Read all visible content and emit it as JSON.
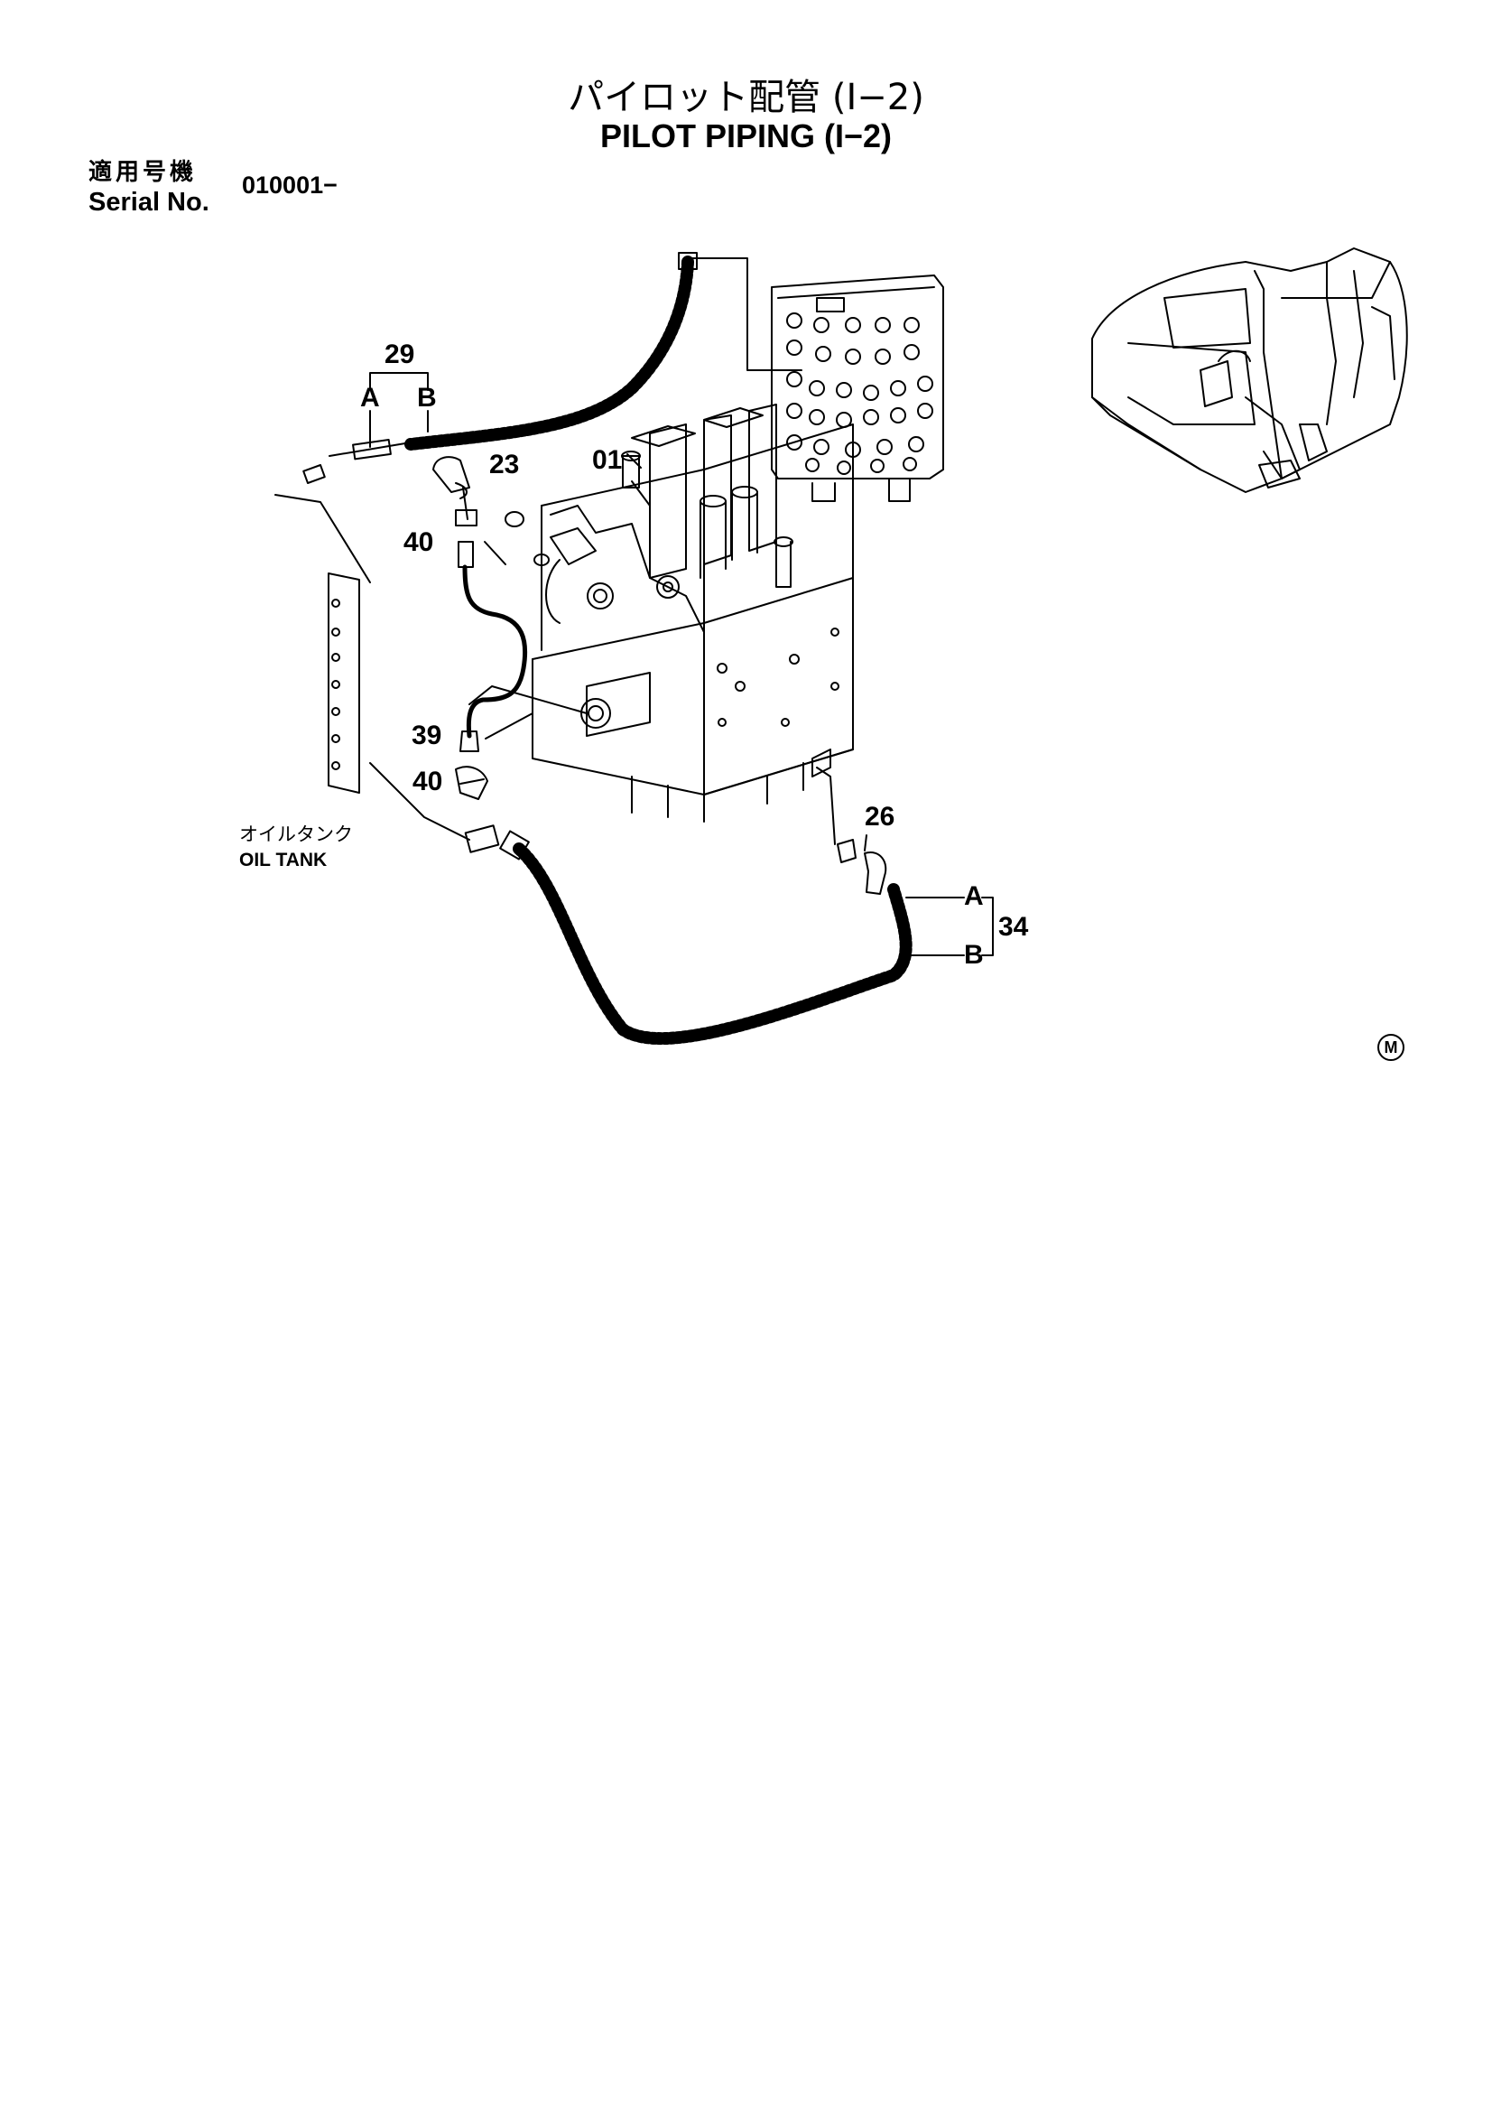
{
  "header": {
    "title_jp": "パイロット配管 (I−2)",
    "title_en": "PILOT PIPING (I−2)",
    "serial_label_jp": "適用号機",
    "serial_label_en": "Serial No.",
    "serial_value": "010001−"
  },
  "callouts": {
    "c29": "29",
    "c29a": "A",
    "c29b": "B",
    "c23": "23",
    "c01": "01",
    "c40_top": "40",
    "c39": "39",
    "c40_bottom": "40",
    "c26": "26",
    "c34": "34",
    "c34a": "A",
    "c34b": "B"
  },
  "oil_tank": {
    "label_jp": "オイルタンク",
    "label_en": "OIL TANK"
  },
  "marker": "M"
}
